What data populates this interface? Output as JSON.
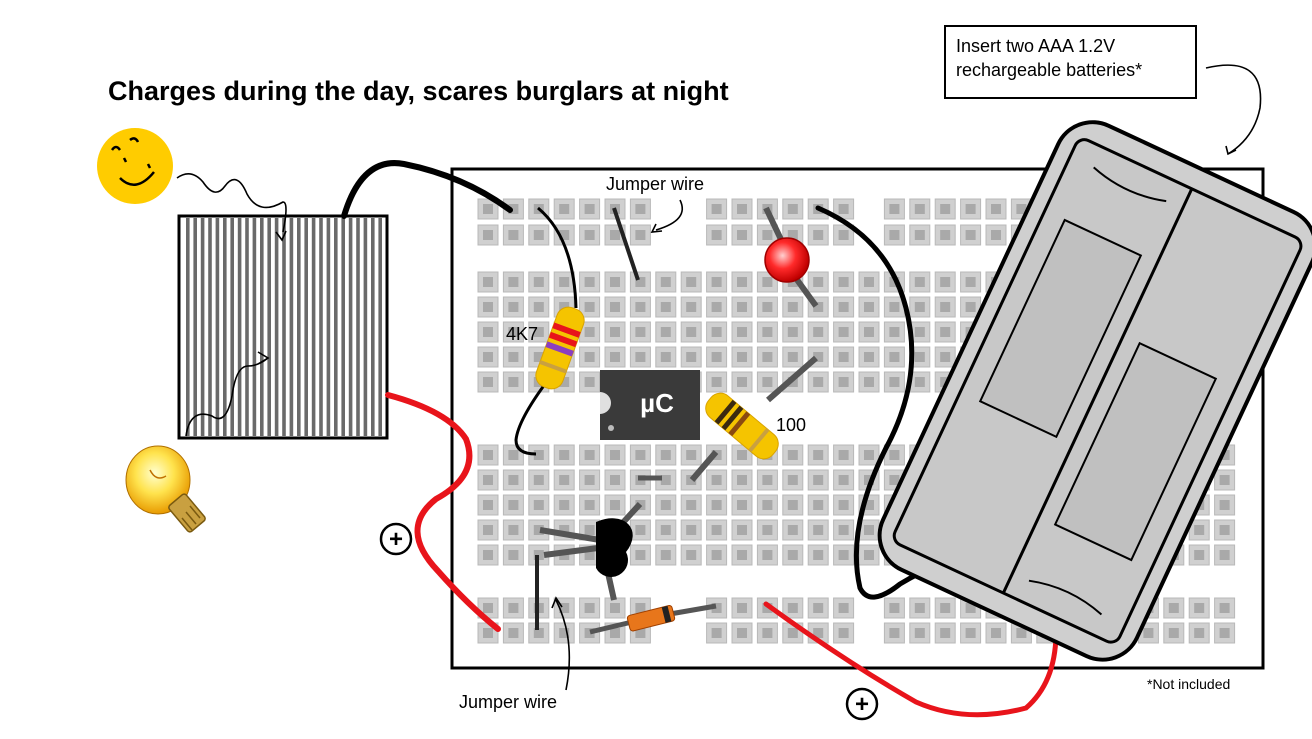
{
  "title": "Charges during the day, scares burglars at night",
  "battery_note": {
    "line1": "Insert two AAA 1.2V",
    "line2": "rechargeable batteries*"
  },
  "labels": {
    "jumper_top": "Jumper wire",
    "jumper_bottom": "Jumper wire",
    "resistor_4k7": "4K7",
    "resistor_100": "100",
    "microcontroller": "µC",
    "plus_symbol": "+",
    "not_included": "*Not included"
  },
  "colors": {
    "wire_black": "#000000",
    "wire_red": "#e8141b",
    "resistor_body": "#f5c400",
    "led_red": "#e8141b",
    "chip_body": "#3a3a3a",
    "breadboard_hole": "#bdbdbd",
    "sun_yellow": "#ffcc00"
  },
  "icons": [
    "sun-icon",
    "light-bulb-icon",
    "solar-panel-icon",
    "battery-holder-icon",
    "led-icon",
    "transistor-icon",
    "diode-icon"
  ]
}
